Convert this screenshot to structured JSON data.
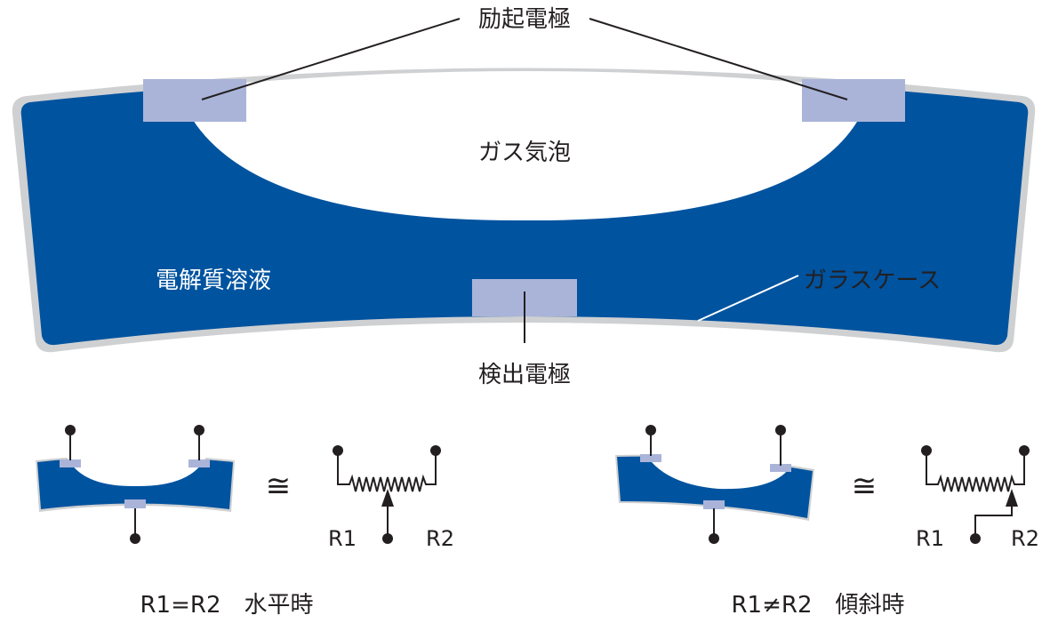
{
  "labels": {
    "excitation_electrode": "励起電極",
    "gas_bubble": "ガス気泡",
    "electrolyte": "電解質溶液",
    "glass_case": "ガラスケース",
    "detection_electrode": "検出電極"
  },
  "left_example": {
    "approx_symbol": "≅",
    "r1": "R1",
    "r2": "R2",
    "caption": "R1=R2　水平時"
  },
  "right_example": {
    "approx_symbol": "≅",
    "r1": "R1",
    "r2": "R2",
    "caption": "R1≠R2　傾斜時"
  },
  "colors": {
    "electrolyte_blue": "#00539f",
    "electrode_lavender": "#aab4d9",
    "glass_gray": "#cfd0d2",
    "ink": "#231f20"
  }
}
